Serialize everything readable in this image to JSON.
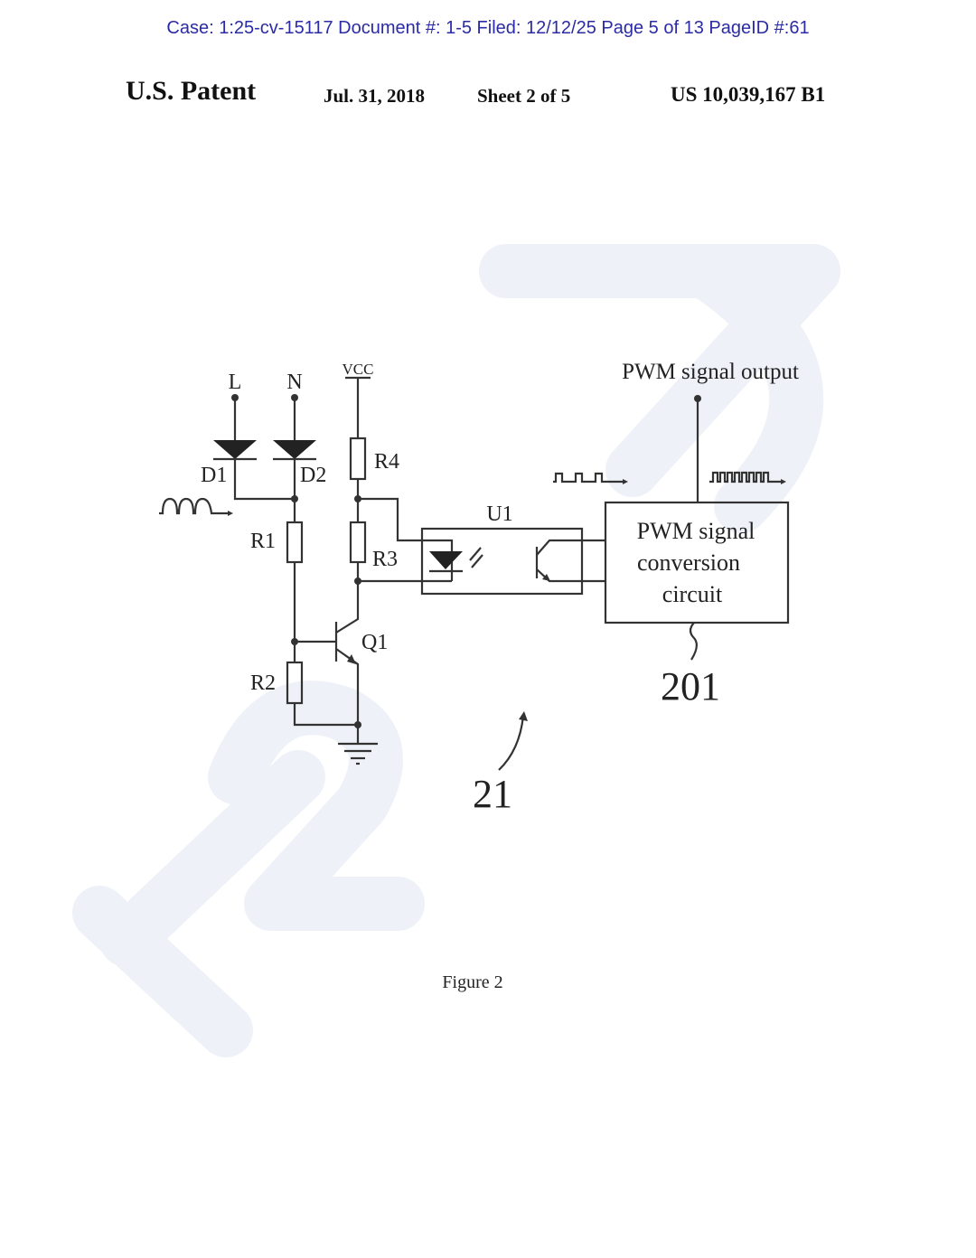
{
  "case_header": "Case: 1:25-cv-15117 Document #: 1-5 Filed: 12/12/25 Page 5 of 13 PageID #:61",
  "patent_header": {
    "title": "U.S. Patent",
    "date": "Jul. 31, 2018",
    "sheet": "Sheet 2 of 5",
    "number": "US 10,039,167 B1"
  },
  "diagram": {
    "labels": {
      "L": "L",
      "N": "N",
      "VCC": "VCC",
      "D1": "D1",
      "D2": "D2",
      "R1": "R1",
      "R2": "R2",
      "R3": "R3",
      "R4": "R4",
      "Q1": "Q1",
      "U1": "U1",
      "pwm_output": "PWM signal output",
      "box_line1": "PWM signal",
      "box_line2": "conversion",
      "box_line3": "circuit",
      "ref_box": "201",
      "ref_circuit": "21"
    },
    "caption": "Figure 2"
  },
  "watermark": "123"
}
